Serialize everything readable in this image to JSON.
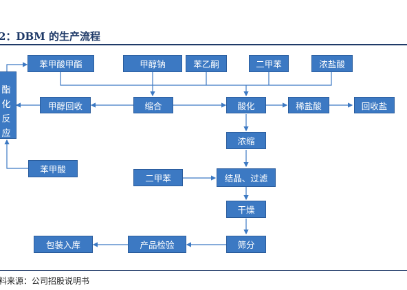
{
  "figure": {
    "title": "2：DBM 的生产流程",
    "source": "料来源：公司招股说明书"
  },
  "nodes": {
    "esterification": [
      "酯",
      "化",
      "反",
      "应"
    ],
    "methyl_benzoate": "苯甲酸甲酯",
    "sodium_methoxide": "甲醇钠",
    "acetophenone": "苯乙酮",
    "xylene_top": "二甲苯",
    "conc_hcl": "浓盐酸",
    "methanol_recovery": "甲醇回收",
    "condensation": "缩合",
    "acidification": "酸化",
    "dilute_hcl": "稀盐酸",
    "salt_recovery": "回收盐",
    "concentration": "浓缩",
    "benzoic_acid": "苯甲酸",
    "xylene_mid": "二甲苯",
    "crystallize_filter": "结晶、过滤",
    "drying": "干燥",
    "sieving": "筛分",
    "product_inspection": "产品检验",
    "packaging_storage": "包装入库"
  }
}
